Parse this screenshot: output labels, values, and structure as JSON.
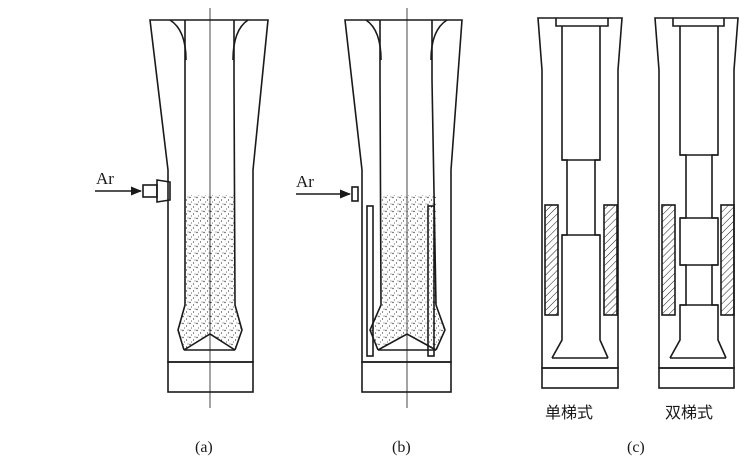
{
  "figure": {
    "panels": [
      {
        "id": "a",
        "caption": "(a)",
        "inlet_label": "Ar"
      },
      {
        "id": "b",
        "caption": "(b)",
        "inlet_label": "Ar"
      },
      {
        "id": "c",
        "caption": "(c)",
        "variants": [
          "单梯式",
          "双梯式"
        ]
      }
    ],
    "colors": {
      "line": "#1a1a1a",
      "background": "#ffffff",
      "stipple": "#333333"
    }
  }
}
